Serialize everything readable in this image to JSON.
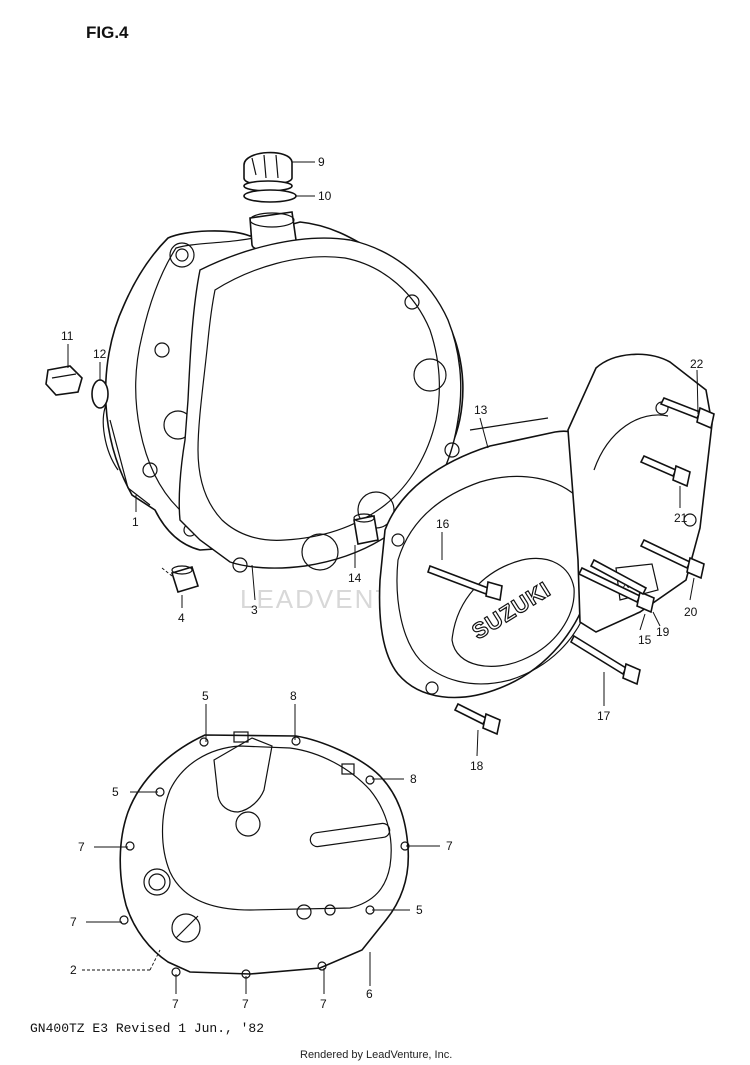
{
  "figure_label": "FIG.4",
  "footer_model": "GN400TZ E3 Revised 1 Jun., '82",
  "footer_render": "Rendered by LeadVenture, Inc.",
  "watermark": "LEADVENTURE",
  "brand_logo_text": "SUZUKI",
  "callouts": [
    "1",
    "2",
    "3",
    "4",
    "5",
    "6",
    "7",
    "8",
    "9",
    "10",
    "11",
    "12",
    "13",
    "14",
    "15",
    "16",
    "17",
    "18",
    "19",
    "20",
    "21",
    "22"
  ]
}
